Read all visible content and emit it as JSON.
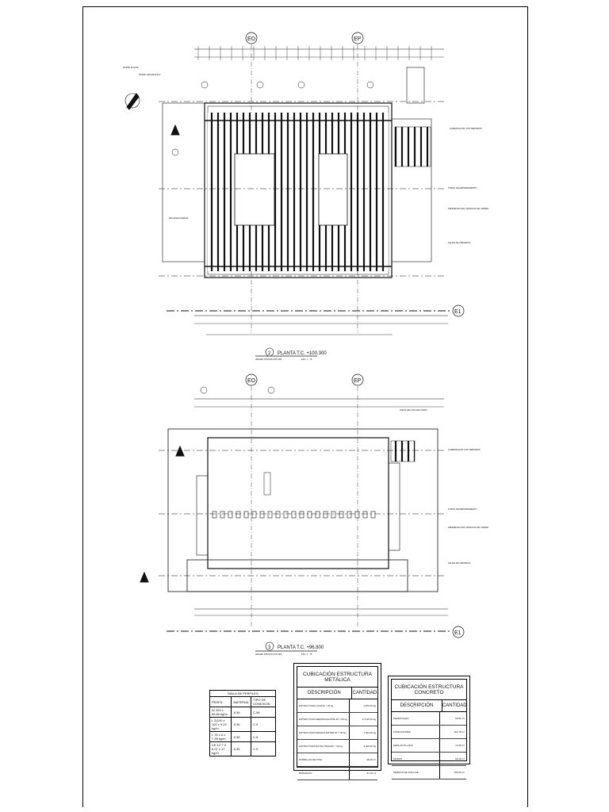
{
  "plan1": {
    "title": "PLANTA T.C. +100.300",
    "number": "2",
    "subtitle": "IMAGEN DIVISION PLN 905",
    "scale": "ESC. 1 : 75",
    "grid_eo": "EO",
    "grid_ep": "EP",
    "grid_e1": "E1",
    "note_norte_planta": "NORTE PLANTA",
    "note_norte_geo": "NORTE GEOGRAFICO",
    "note_alim": "ALIMENTACION CON TABURROS",
    "note_tornillo": "TORNO DE EMPRIMAMIENTO",
    "note_pendiente": "PENDIENTE POR VARIACION EN VINDER",
    "note_salida": "SALIDA DE TABURROS",
    "note_escalera": "ESCALERA MARINA"
  },
  "plan2": {
    "title": "PLANTA T.C. +96.800",
    "number": "3",
    "subtitle": "IMAGEN DIVISION PLN 905",
    "scale": "ESC. 1 : 75",
    "grid_eo": "EO",
    "grid_ep": "EP",
    "grid_e1": "E1",
    "note_alim": "ALIMENTACION CON TABURROS",
    "note_tornillo": "TORNO DE EMPRIMAMIENTO",
    "note_pendiente": "PENDIENTE POR VARIACION EN VINDER",
    "note_salida": "SALIDA DE TABURROS",
    "note_losa": "LIMITE DE LOSA DE FONDO"
  },
  "perfiles": {
    "title": "TABLA DE PERFILES",
    "headers": [
      "PERFIL",
      "MATERIAL",
      "TIPO DE CONEXION"
    ],
    "rows": [
      [
        "W 203 x 59.80 kg/m",
        "A 36",
        "C.56"
      ],
      [
        "L 2(100 x 100 x 9.29 kg/m",
        "A 36",
        "C.5"
      ],
      [
        "L 76 x 6 x 7.28 kg/m",
        "A 36",
        "C.5"
      ],
      [
        "CE 12.7 X 6.07 x 17 kg/m",
        "A 36",
        "C.5"
      ]
    ]
  },
  "metalica": {
    "title": "CUBICACIÓN ESTRUCTURA METÁLICA",
    "col_desc": "DESCRIPCIÓN",
    "col_cant": "CANTIDAD",
    "rows": [
      [
        "ESTRUCTURA LIVIANA < 30 kg",
        "1.870.00 kg"
      ],
      [
        "ESTRUCTURA MEDIANA ENTRE 30 Y 60 kg",
        "17.615.00 kg"
      ],
      [
        "ESTRUCTURA PESADA ENTRE 60 Y 90 kg",
        "1.263.00 kg"
      ],
      [
        "ESTRUCTURA EXTRA PESADA > 90 kg",
        "4.400.00 kg"
      ],
      [
        "PARRILLAS DE PISO",
        "46.00 m²"
      ],
      [
        "BARANDAS",
        "37.00 ml"
      ]
    ]
  },
  "concreto": {
    "title": "CUBICACIÓN ESTRUCTURA CONCRETO",
    "col_desc": "DESCRIPCIÓN",
    "col_cant": "CANTIDAD",
    "rows": [
      [
        "PEDESTALES",
        "60.51 m³"
      ],
      [
        "FUNDACIONES",
        "164.78 m³"
      ],
      [
        "EMPLANTILLADO",
        "12.66 m³"
      ],
      [
        "MUROS",
        "69.10 m³"
      ],
      [
        "PERNOS DE ANCLAJE",
        "159.00 un"
      ]
    ]
  }
}
